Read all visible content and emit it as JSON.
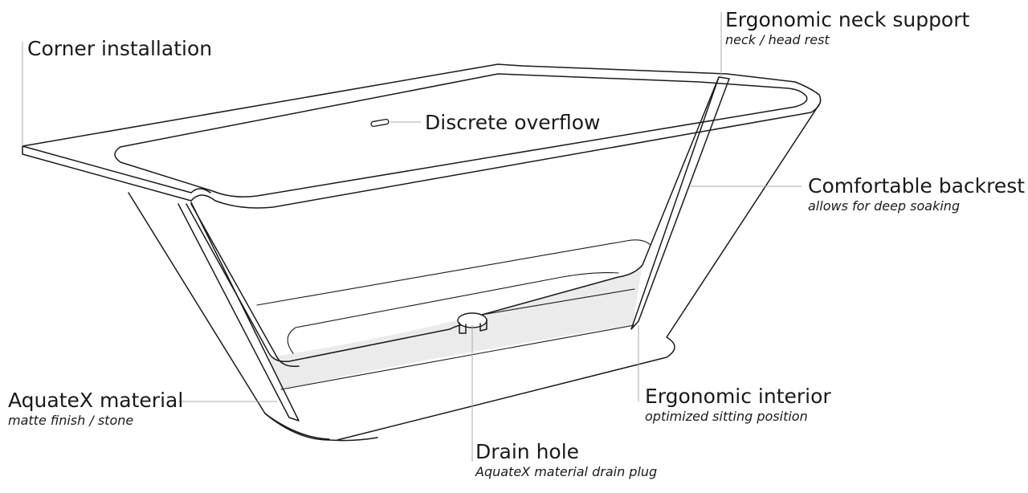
{
  "callouts": {
    "corner": {
      "title": "Corner installation"
    },
    "overflow": {
      "title": "Discrete overflow"
    },
    "neck": {
      "title": "Ergonomic neck support",
      "subtitle": "neck / head rest"
    },
    "backrest": {
      "title": "Comfortable backrest",
      "subtitle": "allows for deep soaking"
    },
    "material": {
      "title": "AquateX material",
      "subtitle": "matte finish / stone"
    },
    "interior": {
      "title": "Ergonomic interior",
      "subtitle": "optimized sitting position"
    },
    "drain": {
      "title": "Drain hole",
      "subtitle": "AquateX material drain plug"
    }
  },
  "colors": {
    "outline": "#1a1a1a",
    "leader": "#a8a8a8",
    "section_fill": "#ebebeb",
    "background": "#ffffff"
  }
}
